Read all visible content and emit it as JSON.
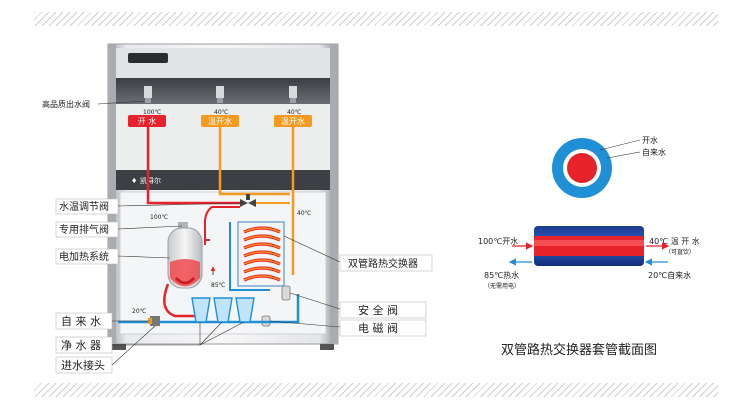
{
  "left_labels": {
    "outlet_valve": "高品质出水阀",
    "temp_valve": "水温调节阀",
    "exhaust_valve": "专用排气阀",
    "electric_heating": "电加热系统",
    "tap_water": "自 来 水",
    "purifier": "净 水 器",
    "inlet_joint": "进水接头"
  },
  "right_labels": {
    "heat_exchanger": "双管路热交换器",
    "safety_valve": "安 全 阀",
    "solenoid_valve": "电 磁 阀"
  },
  "taps": [
    {
      "temp": "100℃",
      "label": "开  水",
      "color": "#e8222a"
    },
    {
      "temp": "40℃",
      "label": "温开水",
      "color": "#f39a1f"
    },
    {
      "temp": "40℃",
      "label": "温开水",
      "color": "#f39a1f"
    }
  ],
  "inner_temps": {
    "t100": "100℃",
    "t40": "40℃",
    "t85": "85℃",
    "t20": "20℃"
  },
  "brand": "凯浔尔",
  "cross_section": {
    "ring_boiled": "开水",
    "ring_tap": "自来水"
  },
  "exchanger_diagram": {
    "in_boiled": "100℃开水",
    "out_warm": "40℃ 温 开 水",
    "out_warm_note": "（可直饮）",
    "hot_water": "85℃热水",
    "hot_water_note": "（无需用电）",
    "tap_in": "20℃自来水"
  },
  "caption": "双管路热交换器套管截面图",
  "colors": {
    "hot": "#e8222a",
    "warm": "#f39a1f",
    "cold": "#1f8fd6",
    "machine": "#cfd1d4"
  }
}
